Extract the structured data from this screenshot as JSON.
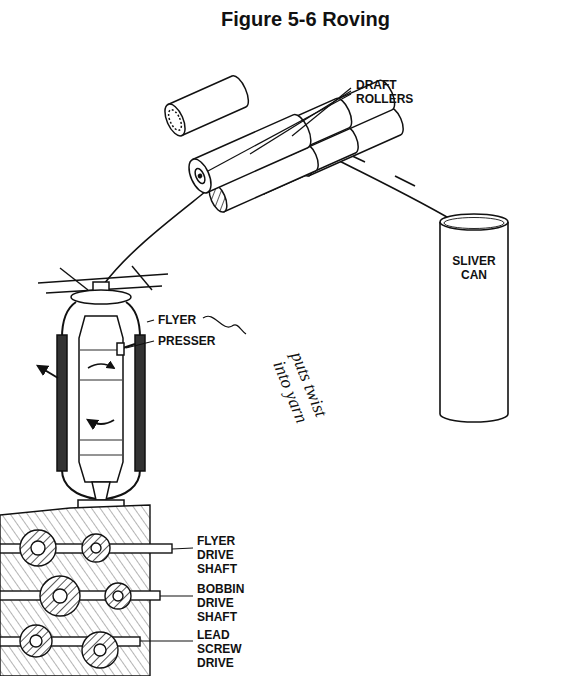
{
  "diagram": {
    "title": "Figure 5-6 Roving",
    "nodes": [
      {
        "text": [
          "SLIVER CAN"
        ]
      }
    ],
    "labels": [
      "DRAFT ROLLERS",
      "FLYER",
      "PRESSER",
      "puts twist into yarn",
      "FLYER DRIVE SHAFT",
      "BOBBIN DRIVE SHAFT",
      "LEAD SCREW DRIVE"
    ]
  }
}
